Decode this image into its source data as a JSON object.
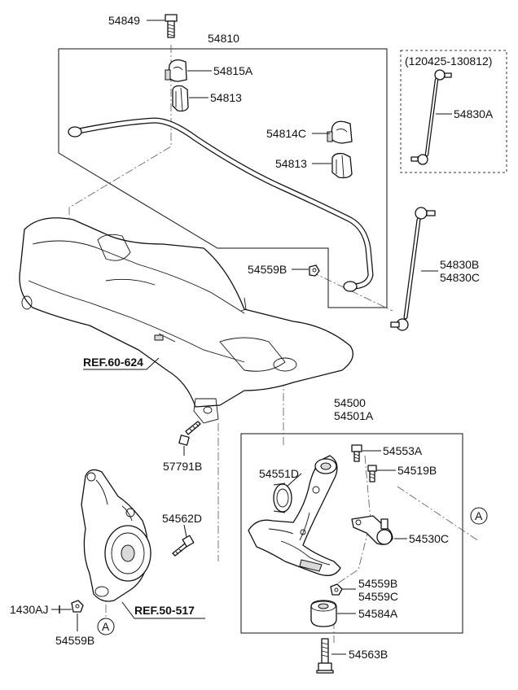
{
  "labels": {
    "p54849": "54849",
    "p54810": "54810",
    "p54815A": "54815A",
    "p54813_top": "54813",
    "p54814C": "54814C",
    "p54813_mid": "54813",
    "date_range": "(120425-130812)",
    "p54830A": "54830A",
    "p54559B_bar": "54559B",
    "p54830B": "54830B",
    "p54830C": "54830C",
    "ref_60_624": "REF.60-624",
    "p54500": "54500",
    "p54501A": "54501A",
    "p57791B": "57791B",
    "p54553A": "54553A",
    "p54519B": "54519B",
    "p54551D": "54551D",
    "p54562D": "54562D",
    "p54530C": "54530C",
    "callout_a_right": "A",
    "p54559B_arm": "54559B",
    "p54559C": "54559C",
    "p54584A": "54584A",
    "p1430AJ": "1430AJ",
    "ref_50_517": "REF.50-517",
    "callout_a_bottom": "A",
    "p54559B_knuckle": "54559B",
    "p54563B": "54563B"
  }
}
